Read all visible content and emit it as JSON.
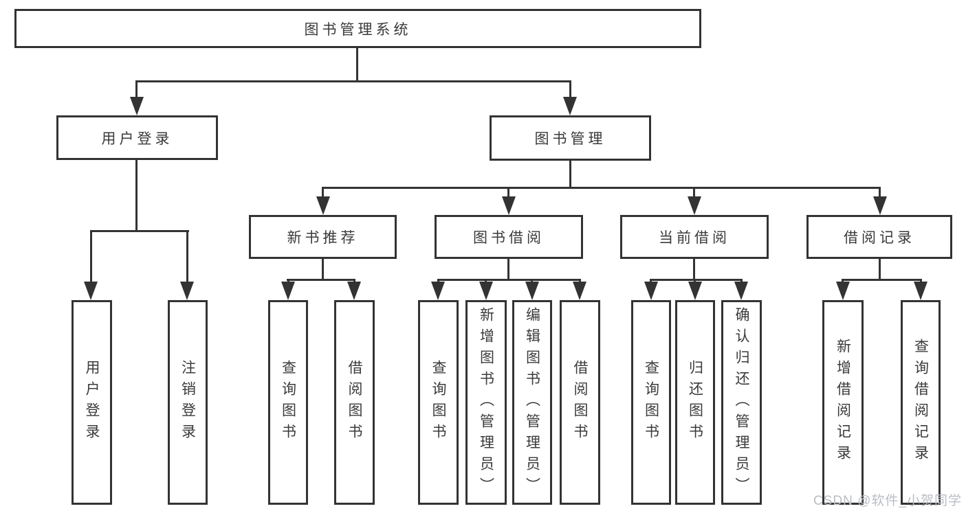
{
  "colors": {
    "line": "#333333",
    "text": "#3a3a3a",
    "box_bg": "#ffffff",
    "watermark": "#b9bdc4"
  },
  "watermark": {
    "text": "CSDN @软件_小贺同学"
  },
  "tree": {
    "label": "图书管理系统",
    "children": [
      {
        "label": "用户登录",
        "children": [
          {
            "label": "用户登录"
          },
          {
            "label": "注销登录"
          }
        ]
      },
      {
        "label": "图书管理",
        "children": [
          {
            "label": "新书推荐",
            "children": [
              {
                "label": "查询图书"
              },
              {
                "label": "借阅图书"
              }
            ]
          },
          {
            "label": "图书借阅",
            "children": [
              {
                "label": "查询图书"
              },
              {
                "label": "新增图书（管理员）"
              },
              {
                "label": "编辑图书（管理员）"
              },
              {
                "label": "借阅图书"
              }
            ]
          },
          {
            "label": "当前借阅",
            "children": [
              {
                "label": "查询图书"
              },
              {
                "label": "归还图书"
              },
              {
                "label": "确认归还（管理员）"
              }
            ]
          },
          {
            "label": "借阅记录",
            "children": [
              {
                "label": "新增借阅记录"
              },
              {
                "label": "查询借阅记录"
              }
            ]
          }
        ]
      }
    ]
  }
}
